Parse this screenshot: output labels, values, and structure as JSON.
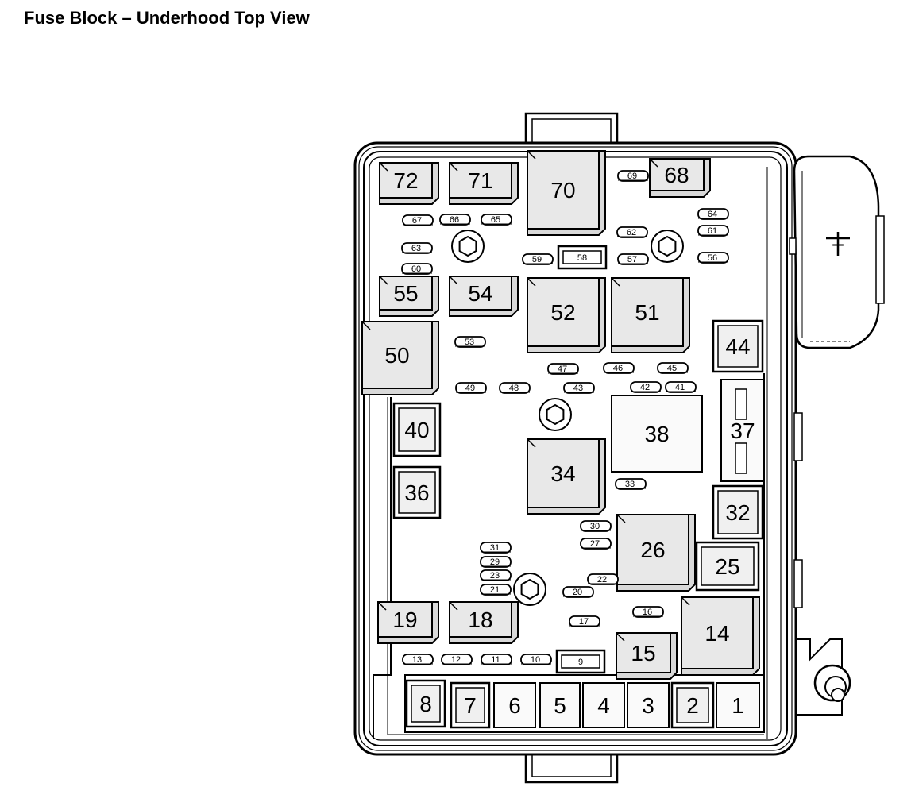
{
  "title": "Fuse Block – Underhood Top View",
  "terminal_symbol": "+",
  "large_labels": [
    "72",
    "71",
    "70",
    "68",
    "55",
    "54",
    "52",
    "51",
    "50",
    "44",
    "40",
    "38",
    "37",
    "36",
    "34",
    "32",
    "26",
    "25",
    "19",
    "18",
    "15",
    "14",
    "8",
    "7",
    "6",
    "5",
    "4",
    "3",
    "2",
    "1"
  ],
  "small_labels": [
    "69",
    "67",
    "66",
    "65",
    "64",
    "63",
    "62",
    "61",
    "60",
    "59",
    "58",
    "57",
    "56",
    "53",
    "49",
    "48",
    "47",
    "46",
    "45",
    "43",
    "42",
    "41",
    "33",
    "31",
    "30",
    "29",
    "27",
    "23",
    "22",
    "21",
    "20",
    "17",
    "16",
    "13",
    "12",
    "11",
    "10",
    "9"
  ]
}
